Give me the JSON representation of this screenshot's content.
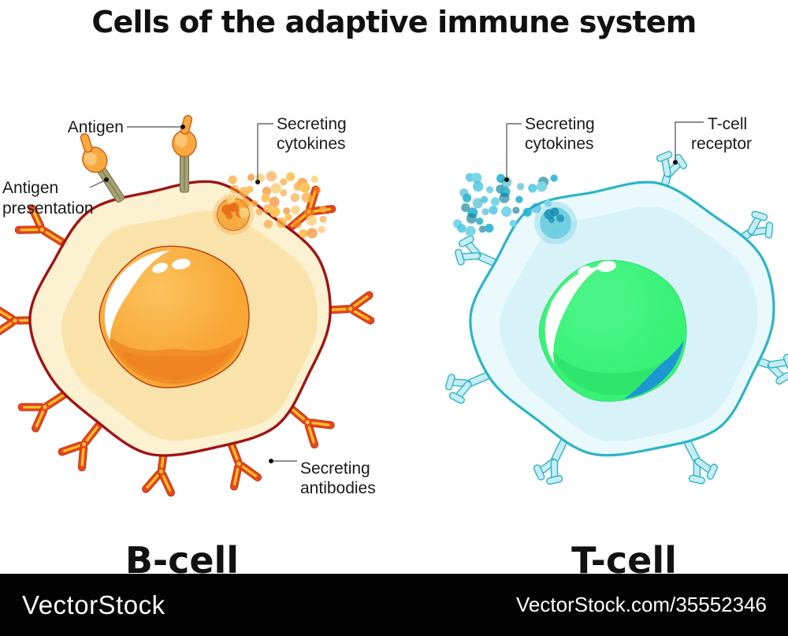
{
  "title": "Cells of the adaptive immune system",
  "b_cell": {
    "name": "B-cell",
    "labels": {
      "antigen": "Antigen",
      "antigen_presentation": [
        "Antigen",
        "presentation"
      ],
      "secreting_cytokines": [
        "Secreting",
        "cytokines"
      ],
      "secreting_antibodies": [
        "Secreting",
        "antibodies"
      ]
    }
  },
  "t_cell": {
    "name": "T-cell",
    "labels": {
      "secreting_cytokines": [
        "Secreting",
        "cytokines"
      ],
      "receptor": [
        "T-cell",
        "receptor"
      ]
    }
  },
  "watermark": {
    "brand": "VectorStock",
    "url_text": "VectorStock.com/35552346"
  },
  "colors": {
    "label": "#1a1a1a",
    "leader": "#4d4d4d",
    "bar_bg": "#030303",
    "bar_text": "#ffffff",
    "b_membrane": "#9f1414",
    "b_body_light": "#fcf1d0",
    "b_body": "#f9e3ab",
    "b_nuc_light": "#fcc25e",
    "b_nuc": "#f8a735",
    "b_nuc_mid": "#f08b26",
    "b_nuc_deep": "#ed7d1d",
    "b_nuc_edge": "#b33d15",
    "ab_red": "#e8471d",
    "ab_dark": "#b5330f",
    "ab_stripe": "#ffc227",
    "ag_stalk": "#a7a372",
    "ag_stalk_dark": "#6f6e48",
    "ag_knob": "#fba93e",
    "ag_knob_light": "#fdc97c",
    "ag_knob_dark": "#c9661c",
    "vesicle_b": "#f6a93f",
    "vesicle_b_core": "#e86a16",
    "t_membrane": "#2db4c7",
    "t_body_light": "#eafafc",
    "t_body": "#d8f3f8",
    "t_body_shadow": "#c6ebf2",
    "t_nuc_light": "#4ef58a",
    "t_nuc": "#38f276",
    "t_nuc_mid": "#2ee06a",
    "t_nuc_blue": "#1d97d3",
    "tcr_fill": "#c7edf6",
    "vesicle_t": "#5ec8dc",
    "vesicle_t_core": "#1a8fb2",
    "cytokines_b": [
      "#f7941e",
      "#fcb043",
      "#fdc55e",
      "#f4831b",
      "#fbd282"
    ],
    "cytokines_t": [
      "#1fa7c6",
      "#3ec1dc",
      "#7ad7e8",
      "#128099",
      "#27b3cf"
    ]
  }
}
